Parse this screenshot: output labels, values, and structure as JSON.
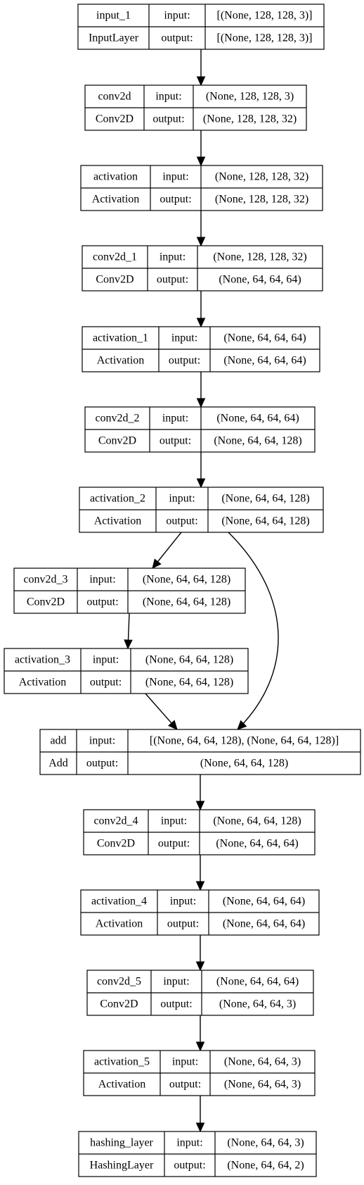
{
  "labels": {
    "input": "input:",
    "output": "output:"
  },
  "layers": [
    {
      "id": "input_1",
      "name": "input_1",
      "type": "InputLayer",
      "input_shape": "[(None, 128, 128, 3)]",
      "output_shape": "[(None, 128, 128, 3)]"
    },
    {
      "id": "conv2d",
      "name": "conv2d",
      "type": "Conv2D",
      "input_shape": "(None, 128, 128, 3)",
      "output_shape": "(None, 128, 128, 32)"
    },
    {
      "id": "activation",
      "name": "activation",
      "type": "Activation",
      "input_shape": "(None, 128, 128, 32)",
      "output_shape": "(None, 128, 128, 32)"
    },
    {
      "id": "conv2d_1",
      "name": "conv2d_1",
      "type": "Conv2D",
      "input_shape": "(None, 128, 128, 32)",
      "output_shape": "(None, 64, 64, 64)"
    },
    {
      "id": "activation_1",
      "name": "activation_1",
      "type": "Activation",
      "input_shape": "(None, 64, 64, 64)",
      "output_shape": "(None, 64, 64, 64)"
    },
    {
      "id": "conv2d_2",
      "name": "conv2d_2",
      "type": "Conv2D",
      "input_shape": "(None, 64, 64, 64)",
      "output_shape": "(None, 64, 64, 128)"
    },
    {
      "id": "activation_2",
      "name": "activation_2",
      "type": "Activation",
      "input_shape": "(None, 64, 64, 128)",
      "output_shape": "(None, 64, 64, 128)"
    },
    {
      "id": "conv2d_3",
      "name": "conv2d_3",
      "type": "Conv2D",
      "input_shape": "(None, 64, 64, 128)",
      "output_shape": "(None, 64, 64, 128)"
    },
    {
      "id": "activation_3",
      "name": "activation_3",
      "type": "Activation",
      "input_shape": "(None, 64, 64, 128)",
      "output_shape": "(None, 64, 64, 128)"
    },
    {
      "id": "add",
      "name": "add",
      "type": "Add",
      "input_shape": "[(None, 64, 64, 128), (None, 64, 64, 128)]",
      "output_shape": "(None, 64, 64, 128)"
    },
    {
      "id": "conv2d_4",
      "name": "conv2d_4",
      "type": "Conv2D",
      "input_shape": "(None, 64, 64, 128)",
      "output_shape": "(None, 64, 64, 64)"
    },
    {
      "id": "activation_4",
      "name": "activation_4",
      "type": "Activation",
      "input_shape": "(None, 64, 64, 64)",
      "output_shape": "(None, 64, 64, 64)"
    },
    {
      "id": "conv2d_5",
      "name": "conv2d_5",
      "type": "Conv2D",
      "input_shape": "(None, 64, 64, 64)",
      "output_shape": "(None, 64, 64, 3)"
    },
    {
      "id": "activation_5",
      "name": "activation_5",
      "type": "Activation",
      "input_shape": "(None, 64, 64, 3)",
      "output_shape": "(None, 64, 64, 3)"
    },
    {
      "id": "hashing_layer",
      "name": "hashing_layer",
      "type": "HashingLayer",
      "input_shape": "(None, 64, 64, 3)",
      "output_shape": "(None, 64, 64, 2)"
    }
  ],
  "edges": [
    {
      "from": "input_1",
      "to": "conv2d"
    },
    {
      "from": "conv2d",
      "to": "activation"
    },
    {
      "from": "activation",
      "to": "conv2d_1"
    },
    {
      "from": "conv2d_1",
      "to": "activation_1"
    },
    {
      "from": "activation_1",
      "to": "conv2d_2"
    },
    {
      "from": "conv2d_2",
      "to": "activation_2"
    },
    {
      "from": "activation_2",
      "to": "conv2d_3"
    },
    {
      "from": "activation_2",
      "to": "add"
    },
    {
      "from": "conv2d_3",
      "to": "activation_3"
    },
    {
      "from": "activation_3",
      "to": "add"
    },
    {
      "from": "add",
      "to": "conv2d_4"
    },
    {
      "from": "conv2d_4",
      "to": "activation_4"
    },
    {
      "from": "activation_4",
      "to": "conv2d_5"
    },
    {
      "from": "conv2d_5",
      "to": "activation_5"
    },
    {
      "from": "activation_5",
      "to": "hashing_layer"
    }
  ]
}
